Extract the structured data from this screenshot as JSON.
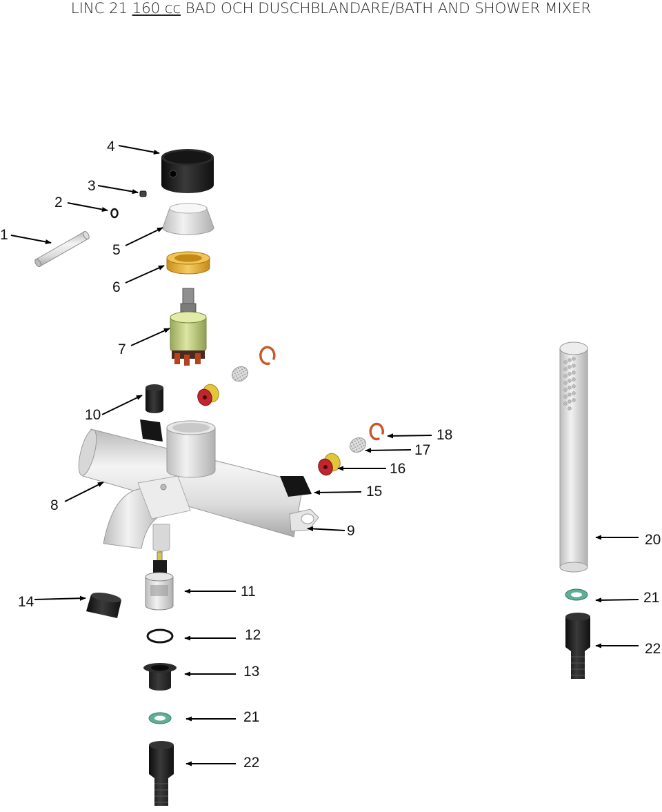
{
  "title": {
    "part1": "LINC 21",
    "part2": "160 cc",
    "part3": "BAD OCH DUSCHBLANDARE/BATH AND SHOWER MIXER"
  },
  "labels": {
    "p1": "1",
    "p2": "2",
    "p3": "3",
    "p4": "4",
    "p5": "5",
    "p6": "6",
    "p7": "7",
    "p8": "8",
    "p9": "9",
    "p10": "10",
    "p11": "11",
    "p12": "12",
    "p13": "13",
    "p14": "14",
    "p15": "15",
    "p16": "16",
    "p17": "17",
    "p18": "18",
    "p20": "20",
    "p21a": "21",
    "p21b": "21",
    "p22a": "22",
    "p22b": "22"
  },
  "colors": {
    "chrome": "#e6e6e6",
    "black_part": "#1e1e1e",
    "yellow_ring": "#e9b73d",
    "cartridge_green": "#c8d68a",
    "red_valve": "#c0262c",
    "orange_clip": "#c8582a",
    "green_washer": "#5fae95"
  }
}
